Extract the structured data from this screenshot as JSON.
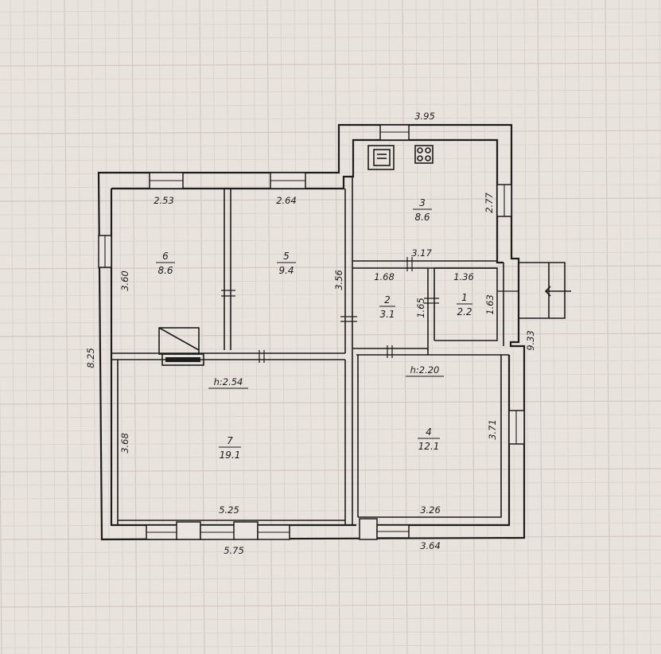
{
  "plan": {
    "rooms": [
      {
        "num": "1",
        "area": "2.2"
      },
      {
        "num": "2",
        "area": "3.1"
      },
      {
        "num": "3",
        "area": "8.6"
      },
      {
        "num": "4",
        "area": "12.1"
      },
      {
        "num": "5",
        "area": "9.4"
      },
      {
        "num": "6",
        "area": "8.6"
      },
      {
        "num": "7",
        "area": "19.1"
      }
    ],
    "heights": {
      "left": "h:2.54",
      "right": "h:2.20"
    },
    "dimensions": {
      "top_kitchen": "3.95",
      "room6_width": "2.53",
      "room5_width": "2.64",
      "room3_height": "2.77",
      "room3_width": "3.17",
      "room6_height": "3.60",
      "room5_height": "3.56",
      "room2_width": "1.68",
      "room2_height": "1.65",
      "room1_width": "1.36",
      "room1_height": "1.63",
      "total_height": "8.25",
      "total_right": "9.33",
      "room7_height": "3.68",
      "room7_width": "5.25",
      "room4_height": "3.71",
      "room4_width": "3.26",
      "bottom_left": "5.75",
      "bottom_right": "3.64"
    }
  }
}
